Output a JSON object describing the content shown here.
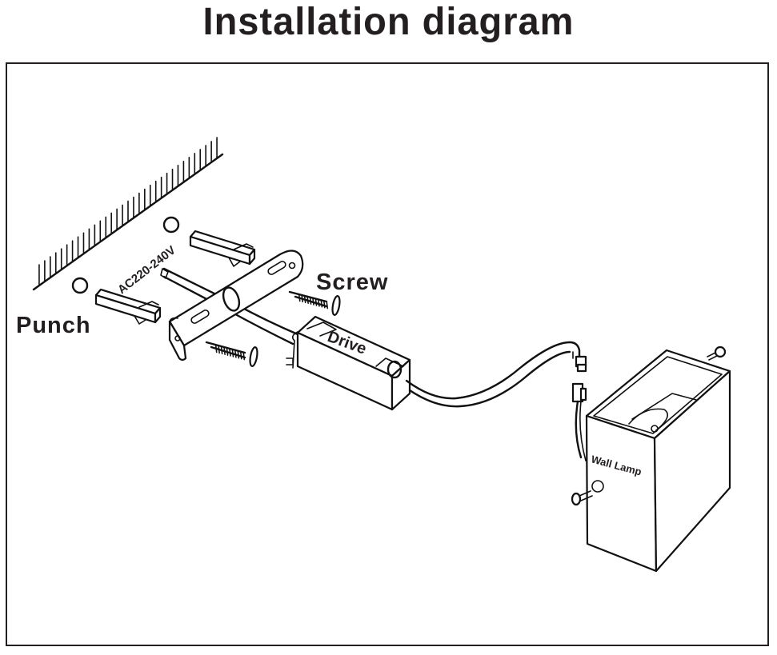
{
  "title": "Installation diagram",
  "labels": {
    "punch": "Punch",
    "screw": "Screw",
    "drive": "Drive",
    "voltage": "AC220-240V",
    "wall_lamp": "Wall Lamp"
  },
  "colors": {
    "ink": "#231f20",
    "background": "#ffffff"
  }
}
